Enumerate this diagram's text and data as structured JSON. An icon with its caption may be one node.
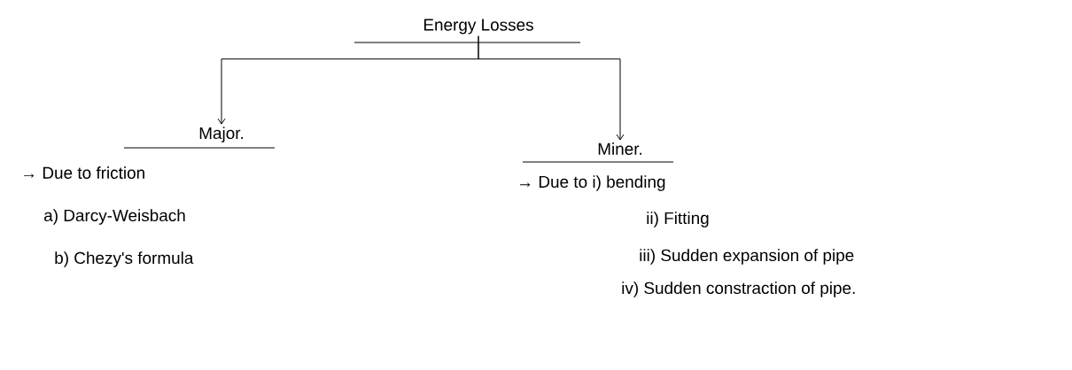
{
  "diagram": {
    "nodes": [
      {
        "text": [
          "Energy Losses"
        ]
      },
      {
        "text": [
          "Major."
        ],
        "beside": [
          "→ Due to friction",
          "a) Darcy-Weisbach",
          "b) Chezy's formula"
        ]
      },
      {
        "text": [
          "Miner."
        ],
        "beside": [
          "→ Due to i) bending",
          "ii) Fitting",
          "iii) Sudden expansion of pipe",
          "iv) Sudden constraction of pipe."
        ]
      }
    ],
    "edges": [
      {
        "from": 0,
        "to": 1,
        "arrow": "to"
      },
      {
        "from": 0,
        "to": 2,
        "arrow": "to"
      }
    ]
  }
}
